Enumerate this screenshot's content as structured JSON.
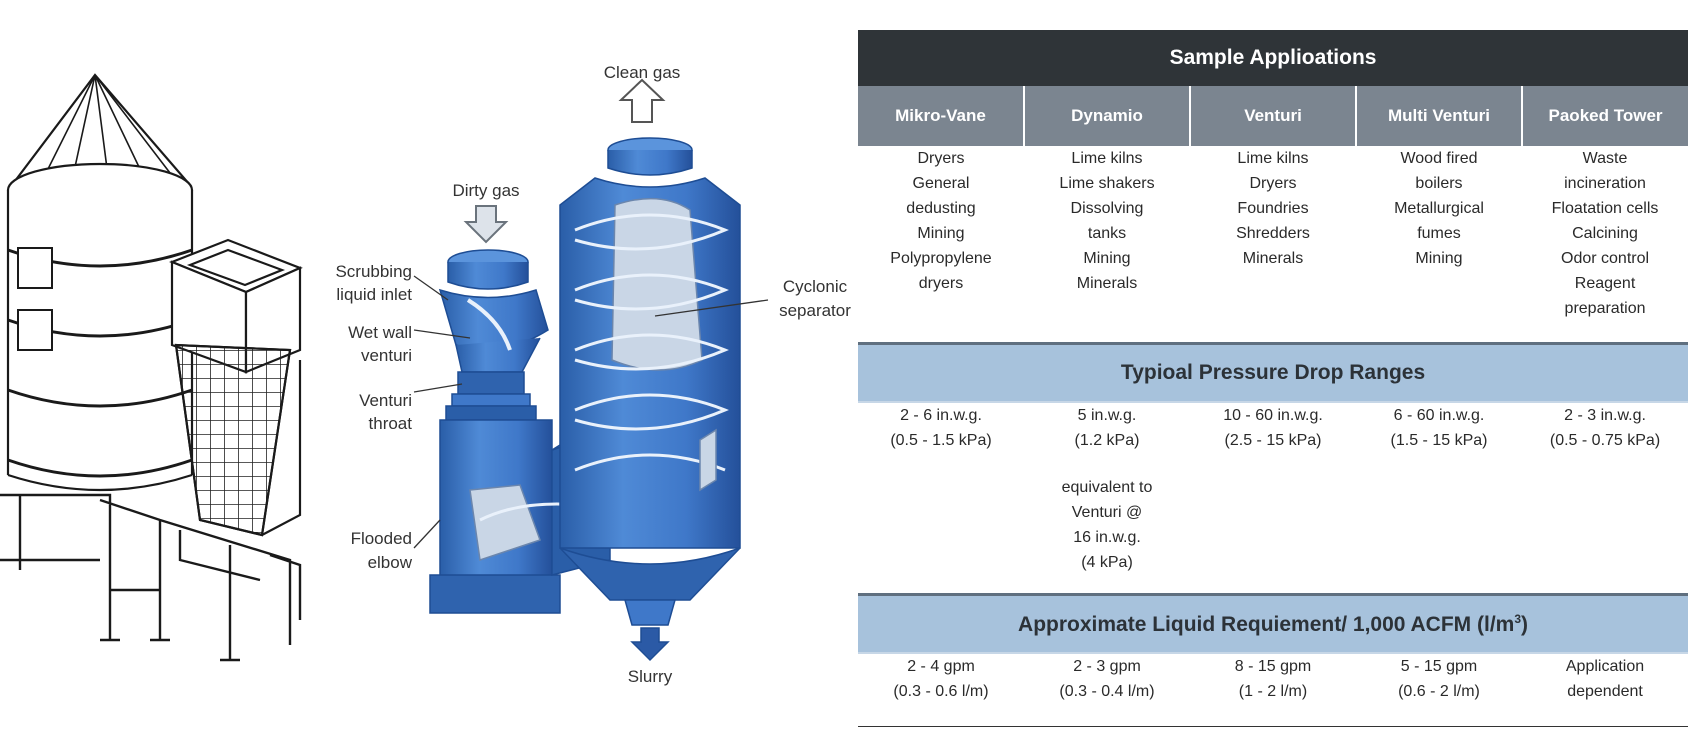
{
  "illustration": {
    "labels": {
      "clean_gas": "Clean gas",
      "dirty_gas": "Dirty gas",
      "scrubbing_1": "Scrubbing",
      "scrubbing_2": "liquid inlet",
      "wetwall_1": "Wet wall",
      "wetwall_2": "venturi",
      "throat_1": "Venturi",
      "throat_2": "throat",
      "flooded_1": "Flooded",
      "flooded_2": "elbow",
      "cyclonic_1": "Cyclonic",
      "cyclonic_2": "separator",
      "slurry": "Slurry"
    },
    "colors": {
      "vessel_blue": "#3f78c9",
      "vessel_dark": "#2a5ea8",
      "arrow_blue": "#2b5aa6"
    },
    "icons": [
      "clean-gas-arrow-icon",
      "dirty-gas-arrow-icon",
      "slurry-arrow-icon"
    ]
  },
  "table": {
    "title": "Sample Applioations",
    "columns": [
      "Mikro-Vane",
      "Dynamio",
      "Venturi",
      "Multi Venturi",
      "Paoked Tower"
    ],
    "applications": [
      [
        "Dryers",
        "General",
        "dedusting",
        "Mining",
        "Polypropylene",
        "dryers"
      ],
      [
        "Lime kilns",
        "Lime shakers",
        "Dissolving",
        "tanks",
        "Mining",
        "Minerals"
      ],
      [
        "Lime kilns",
        "Dryers",
        "Foundries",
        "Shredders",
        "Minerals"
      ],
      [
        "Wood fired",
        "boilers",
        "Metallurgical",
        "fumes",
        "Mining"
      ],
      [
        "Waste",
        "incineration",
        "Floatation cells",
        "Calcining",
        "Odor control",
        "Reagent",
        "preparation"
      ]
    ],
    "pressure_title": "Typioal Pressure Drop Ranges",
    "pressure": [
      {
        "main": [
          "2 - 6 in.w.g.",
          "(0.5 - 1.5 kPa)"
        ]
      },
      {
        "main": [
          "5 in.w.g.",
          "(1.2 kPa)"
        ],
        "note": [
          "equivalent to",
          "Venturi @",
          "16 in.w.g.",
          "(4 kPa)"
        ]
      },
      {
        "main": [
          "10 - 60 in.w.g.",
          "(2.5 - 15 kPa)"
        ]
      },
      {
        "main": [
          "6 - 60 in.w.g.",
          "(1.5 - 15 kPa)"
        ]
      },
      {
        "main": [
          "2 - 3 in.w.g.",
          "(0.5 - 0.75 kPa)"
        ]
      }
    ],
    "liquid_title": "Approximate Liquid Requiement/ 1,000 ACFM (l/m",
    "liquid_title_sup": "3",
    "liquid_title_end": ")",
    "liquid": [
      [
        "2 - 4 gpm",
        "(0.3 - 0.6 l/m)"
      ],
      [
        "2 - 3 gpm",
        "(0.3 - 0.4 l/m)"
      ],
      [
        "8 - 15 gpm",
        "(1 - 2 l/m)"
      ],
      [
        "5 - 15 gpm",
        "(0.6 - 2 l/m)"
      ],
      [
        "Application",
        "dependent"
      ]
    ],
    "colors": {
      "title_bg": "#2f3438",
      "header_bg": "#7b8590",
      "section_bg": "#a7c2dc",
      "text": "#2a2a2a"
    }
  }
}
